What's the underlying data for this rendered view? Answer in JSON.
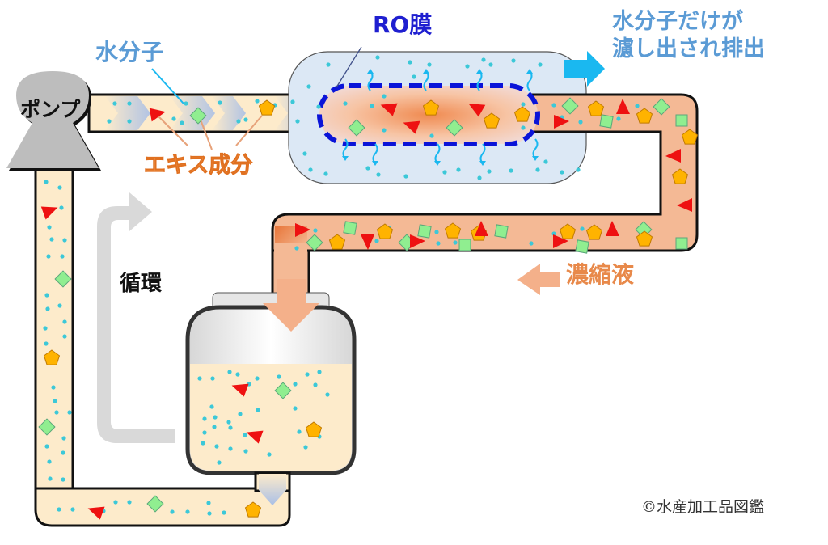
{
  "labels": {
    "water_molecule": "水分子",
    "ro_membrane": "RO膜",
    "output_line1": "水分子だけが",
    "output_line2": "濾し出され排出",
    "extract_components": "エキス成分",
    "concentrate": "濃縮液",
    "circulation": "循環",
    "pump": "ポンプ",
    "copyright": "©水産加工品図鑑"
  },
  "colors": {
    "pipe_feed": "#fdebcb",
    "pipe_concentrate": "#f4b995",
    "membrane_housing": "#dce8f5",
    "membrane_dash": "#0a14d8",
    "water_dot": "#3cc8d8",
    "triangle": "#ee1111",
    "diamond": "#90ee90",
    "pentagon": "#ffb300",
    "output_arrow": "#1ab8f0",
    "concentrate_arrow": "#f4b08a",
    "circulation_arrow": "#d9d9d9",
    "pump": "#bdbdbd",
    "outline": "#111111"
  },
  "legend": {
    "particle_types": [
      "water-molecule",
      "triangle-component",
      "diamond-component",
      "pentagon-component"
    ]
  }
}
